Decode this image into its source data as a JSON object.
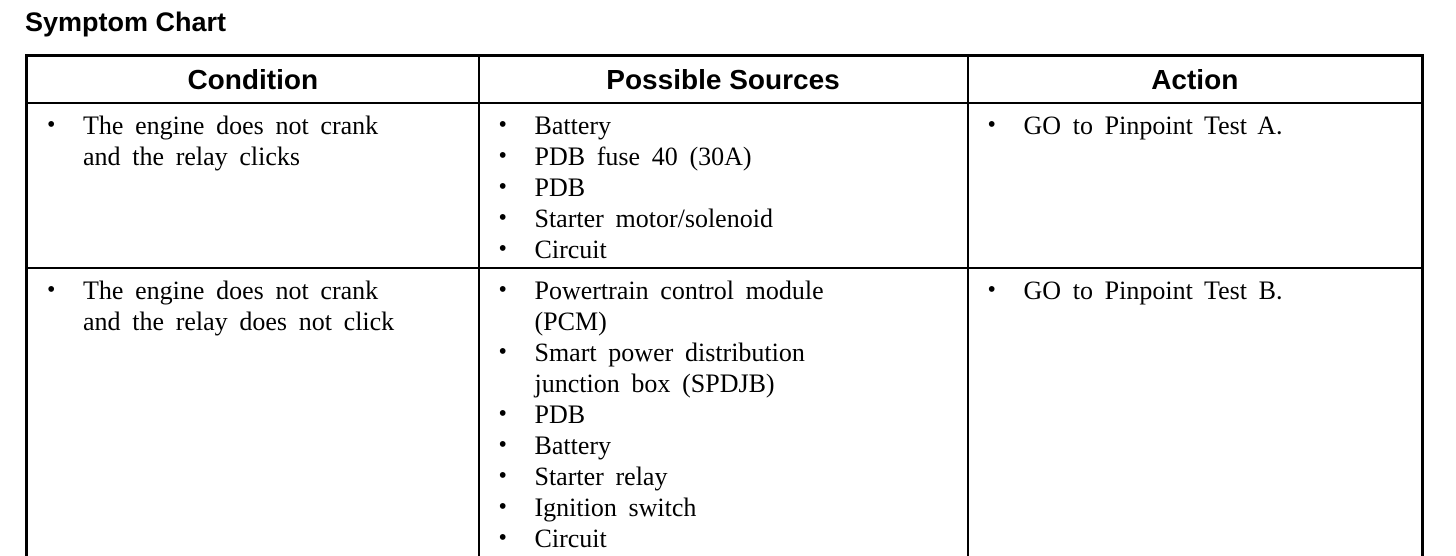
{
  "title": "Symptom Chart",
  "glyphs": {
    "bullet": "•"
  },
  "colors": {
    "text": "#000000",
    "background": "#ffffff",
    "border": "#000000"
  },
  "table": {
    "headers": [
      "Condition",
      "Possible Sources",
      "Action"
    ],
    "rows": [
      {
        "condition": [
          {
            "text": "The engine does not crank and the relay clicks",
            "lines": [
              "The engine does not crank",
              "and the relay clicks"
            ]
          }
        ],
        "sources": [
          {
            "text": "Battery",
            "lines": [
              "Battery"
            ]
          },
          {
            "text": "PDB fuse 40 (30A)",
            "lines": [
              "PDB fuse 40 (30A)"
            ]
          },
          {
            "text": "PDB",
            "lines": [
              "PDB"
            ]
          },
          {
            "text": "Starter motor/solenoid",
            "lines": [
              "Starter motor/solenoid"
            ]
          },
          {
            "text": "Circuit",
            "lines": [
              "Circuit"
            ]
          }
        ],
        "action": [
          {
            "text": "GO to Pinpoint Test A.",
            "lines": [
              "GO to Pinpoint Test A."
            ]
          }
        ]
      },
      {
        "condition": [
          {
            "text": "The engine does not crank and the relay does not click",
            "lines": [
              "The engine does not crank",
              "and the relay does not click"
            ]
          }
        ],
        "sources": [
          {
            "text": "Powertrain control module (PCM)",
            "lines": [
              "Powertrain control module",
              "(PCM)"
            ]
          },
          {
            "text": "Smart power distribution junction box (SPDJB)",
            "lines": [
              "Smart power distribution",
              "junction box (SPDJB)"
            ]
          },
          {
            "text": "PDB",
            "lines": [
              "PDB"
            ]
          },
          {
            "text": "Battery",
            "lines": [
              "Battery"
            ]
          },
          {
            "text": "Starter relay",
            "lines": [
              "Starter relay"
            ]
          },
          {
            "text": "Ignition switch",
            "lines": [
              "Ignition switch"
            ]
          },
          {
            "text": "Circuit",
            "lines": [
              "Circuit"
            ]
          }
        ],
        "action": [
          {
            "text": "GO to Pinpoint Test B.",
            "lines": [
              "GO to Pinpoint Test B."
            ]
          }
        ]
      }
    ]
  }
}
